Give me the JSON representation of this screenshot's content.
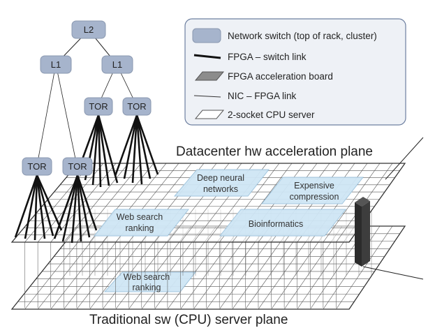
{
  "switches": {
    "l2": "L2",
    "l1_left": "L1",
    "l1_right": "L1",
    "tor_upper_left": "TOR",
    "tor_upper_right": "TOR",
    "tor_lower_left": "TOR",
    "tor_lower_right": "TOR"
  },
  "legend": {
    "items": [
      {
        "icon": "network-switch-swatch",
        "label": "Network switch (top of rack, cluster)"
      },
      {
        "icon": "thick-line",
        "label": "FPGA – switch link"
      },
      {
        "icon": "dark-parallelogram",
        "label": "FPGA acceleration board"
      },
      {
        "icon": "thin-line",
        "label": "NIC – FPGA link"
      },
      {
        "icon": "white-parallelogram",
        "label": "2-socket CPU server"
      }
    ]
  },
  "planes": {
    "acceleration_title": "Datacenter hw acceleration plane",
    "server_title": "Traditional sw (CPU) server plane"
  },
  "regions": {
    "deep_neural_line1": "Deep neural",
    "deep_neural_line2": "networks",
    "expensive_line1": "Expensive",
    "expensive_line2": "compression",
    "web_search_upper_line1": "Web search",
    "web_search_upper_line2": "ranking",
    "bioinformatics": "Bioinformatics",
    "web_search_lower_line1": "Web search",
    "web_search_lower_line2": "ranking"
  },
  "colors": {
    "switch_fill": "#a6b4cc",
    "switch_stroke": "#8a98b0",
    "region_fill": "#cfe6f5",
    "legend_fill": "#eef1f6",
    "legend_stroke": "#6d7fa0",
    "grid_line": "#444444",
    "pillar": "#2b2b2b"
  }
}
